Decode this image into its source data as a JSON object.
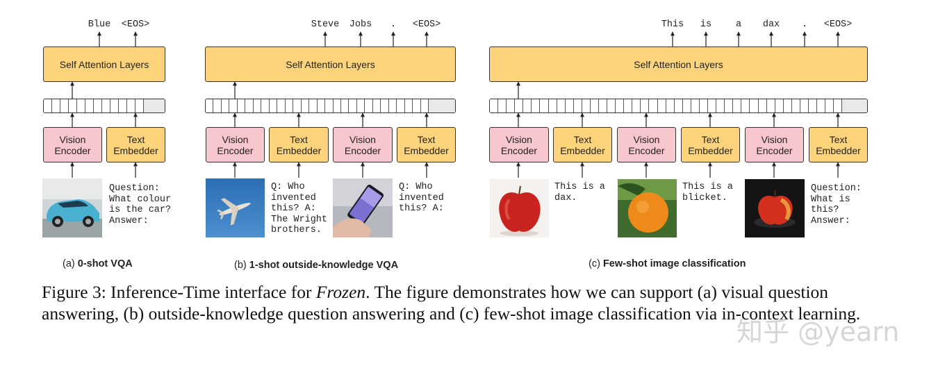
{
  "panel_a": {
    "outputs": [
      "Blue",
      "<EOS>"
    ],
    "sal": "Self Attention Layers",
    "vision": "Vision Encoder",
    "text": "Text Embedder",
    "prompt": "Question:\nWhat colour\nis the car?\nAnswer:",
    "label_prefix": "(a)",
    "label_bold": "0-shot VQA"
  },
  "panel_b": {
    "outputs": [
      "Steve",
      "Jobs",
      ".",
      "<EOS>"
    ],
    "sal": "Self Attention Layers",
    "vision": "Vision Encoder",
    "text": "Text Embedder",
    "prompt1": "Q: Who\ninvented\nthis? A:\nThe Wright\nbrothers.",
    "prompt2": "Q: Who\ninvented\nthis? A:",
    "label_prefix": "(b)",
    "label_bold": "1-shot outside-knowledge VQA"
  },
  "panel_c": {
    "outputs": [
      "This",
      "is",
      "a",
      "dax",
      ".",
      "<EOS>"
    ],
    "sal": "Self Attention Layers",
    "vision": "Vision Encoder",
    "text": "Text Embedder",
    "prompt1": "This is a\ndax.",
    "prompt2": "This is a\nblicket.",
    "prompt3": "Question:\nWhat is\nthis?\nAnswer:",
    "label_prefix": "(c)",
    "label_bold": "Few-shot image classification"
  },
  "caption": {
    "prefix": "Figure 3: Inference-Time interface for ",
    "italic": "Frozen",
    "rest": ". The figure demonstrates how we can support (a) visual question answering, (b) outside-knowledge question answering and (c) few-shot image classification via in-context learning."
  },
  "watermark": "知乎 @yearn",
  "colors": {
    "yellow": "#fdd47c",
    "pink": "#f8c6cd",
    "stroke": "#333333"
  }
}
